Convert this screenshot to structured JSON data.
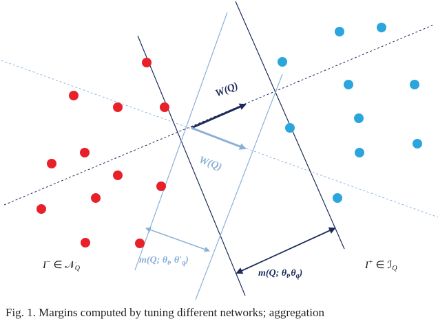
{
  "labels": {
    "w_dark": "W(Q)",
    "w_light": "W(Q)",
    "margin_light": "m(Q; θ_t, θ′_q)",
    "margin_light_main": "m(Q; θ",
    "margin_light_sub1": "t",
    "margin_light_mid": ", θ′",
    "margin_light_sub2": "q",
    "margin_light_end": ")",
    "margin_dark": "m(Q; θ_t, θ_q)",
    "margin_dark_main": "m(Q; θ",
    "margin_dark_sub1": "t",
    "margin_dark_mid": ",θ",
    "margin_dark_sub2": "q",
    "margin_dark_end": ")",
    "neg_set": "I⁻ ∈ 𝒩_Q",
    "neg_set_main": "I",
    "neg_set_sup": "−",
    "neg_set_rel": " ∈ 𝒩",
    "neg_set_sub": "Q",
    "pos_set": "I⁺ ∈ ℐ_Q",
    "pos_set_main": "I",
    "pos_set_sup": "+",
    "pos_set_rel": " ∈ ℐ",
    "pos_set_sub": "Q"
  },
  "caption": "Fig. 1.  Margins computed by tuning different networks; aggregation",
  "colors": {
    "negative": "#e8202a",
    "positive": "#2aa6dc",
    "dark": "#1c2b5a",
    "light": "#8ab0d8",
    "dashed_light": "#8fb7e0"
  }
}
